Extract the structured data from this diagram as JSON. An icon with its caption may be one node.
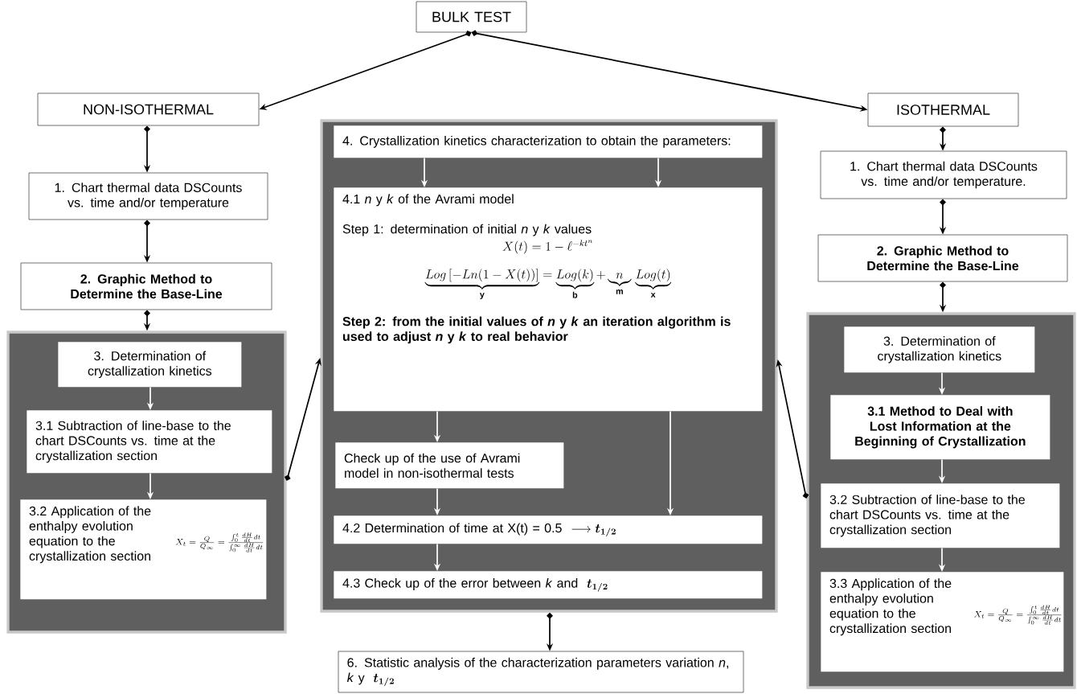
{
  "diagram": {
    "nodes": [
      {
        "text": [
          "BULK TEST"
        ]
      },
      {
        "text": [
          "NON-ISOTHERMAL"
        ]
      },
      {
        "text": [
          "ISOTHERMAL"
        ]
      },
      {
        "text": [
          "1. Chart thermal data DSCounts vs. time and/or temperature"
        ]
      },
      {
        "text": [
          "2. Graphic Method to Determine the Base-Line"
        ]
      },
      {
        "text": [],
        "shape": "box"
      },
      {
        "text": [
          "3. Determination of crystallization kinetics"
        ],
        "in": 5
      },
      {
        "text": [
          "3.1 Subtraction of line-base to the chart DSCounts vs. time at the crystallization section"
        ],
        "in": 5
      },
      {
        "text": [
          "3.2 Application of the enthalpy evolution equation to the crystallization section",
          "X_t=\\frac{Q}{Q_\\infty}=\\frac{\\int_0^t\\frac{dH}{dt}dt}{\\int_0^\\infty\\frac{dH}{dt}dt}"
        ],
        "in": 5
      },
      {
        "text": [],
        "shape": "box"
      },
      {
        "text": [
          "4. Crystallization kinetics characterization to obtain the parameters:"
        ],
        "in": 9
      },
      {
        "text": [
          "4.1 *n* y *k* of the Avrami model",
          "Step 1: determination of initial *n* y *k* values",
          "X(t)=1-\\ell^{-kt^{n}}",
          "\\underbrace{Log\\left[-Ln(1-X(t))\\right]}_{\\mathbf{y}} = \\underbrace{Log(k)}_{\\mathbf{b}} + \\underbrace{n}_{\\mathbf{m}}\\,\\underbrace{Log(t)}_{\\mathbf{x}}",
          "Step 2: from the initial values of *n* y *k* an iteration algorithm is used to adjust *n* y *k* to real behavior"
        ],
        "in": 9
      },
      {
        "text": [
          "Check up of the use of Avrami model in non-isothermal tests"
        ],
        "in": 9
      },
      {
        "text": [
          "4.2 Determination of time at X(t) = 0.5",
          "\\longrightarrow \\boldsymbol{t_{1/2}}"
        ],
        "in": 9
      },
      {
        "text": [
          "4.3 Check up of the error between *k* and",
          "\\boldsymbol{t_{1/2}}"
        ],
        "in": 9
      },
      {
        "text": [
          "6. Statistic analysis of the characterization parameters variation *n*, *k* y",
          "\\boldsymbol{t_{1/2}}"
        ]
      },
      {
        "text": [
          "1. Chart thermal data DSCounts vs. time and/or temperature."
        ]
      },
      {
        "text": [
          "2. Graphic Method to Determine the Base-Line"
        ]
      },
      {
        "text": [],
        "shape": "box"
      },
      {
        "text": [
          "3. Determination of crystallization kinetics"
        ],
        "in": 18
      },
      {
        "text": [
          "3.1 Method to Deal with Lost Information at the Beginning of Crystallization"
        ],
        "in": 18
      },
      {
        "text": [
          "3.2 Subtraction of line-base to the chart DSCounts vs. time at the crystallization section"
        ],
        "in": 18
      },
      {
        "text": [
          "3.3 Application of the enthalpy evolution equation to the crystallization section",
          "X_t=\\frac{Q}{Q_\\infty}=\\frac{\\int_0^t\\frac{dH}{dt}dt}{\\int_0^\\infty\\frac{dH}{dt}dt}"
        ],
        "in": 18
      }
    ],
    "edges": [
      {
        "from": 0,
        "to": 1,
        "arrow": "to"
      },
      {
        "from": 0,
        "to": 2,
        "arrow": "to"
      },
      {
        "from": 1,
        "to": 3,
        "arrow": "to"
      },
      {
        "from": 3,
        "to": 4,
        "arrow": "to"
      },
      {
        "from": 4,
        "to": 5,
        "arrow": "to"
      },
      {
        "from": 2,
        "to": 16,
        "arrow": "to"
      },
      {
        "from": 16,
        "to": 17,
        "arrow": "to"
      },
      {
        "from": 17,
        "to": 18,
        "arrow": "to"
      },
      {
        "from": 5,
        "to": 9,
        "arrow": "to"
      },
      {
        "from": 18,
        "to": 9,
        "arrow": "to"
      },
      {
        "from": 9,
        "to": 15,
        "arrow": "to"
      },
      {
        "from": 6,
        "to": 7,
        "arrow": "to",
        "color": "#ffffff"
      },
      {
        "from": 7,
        "to": 8,
        "arrow": "to",
        "color": "#ffffff"
      },
      {
        "from": 10,
        "to": 11,
        "arrow": "to",
        "color": "#ffffff"
      },
      {
        "from": 10,
        "to": 11,
        "arrow": "to",
        "color": "#ffffff"
      },
      {
        "from": 11,
        "to": 12,
        "arrow": "to",
        "color": "#ffffff"
      },
      {
        "from": 11,
        "to": 13,
        "arrow": "to",
        "color": "#ffffff"
      },
      {
        "from": 12,
        "to": 13,
        "arrow": "to",
        "color": "#ffffff"
      },
      {
        "from": 13,
        "to": 14,
        "arrow": "to",
        "color": "#ffffff"
      },
      {
        "from": 19,
        "to": 20,
        "arrow": "to",
        "color": "#ffffff"
      },
      {
        "from": 20,
        "to": 21,
        "arrow": "to",
        "color": "#ffffff"
      },
      {
        "from": 21,
        "to": 22,
        "arrow": "to",
        "color": "#ffffff"
      }
    ]
  }
}
